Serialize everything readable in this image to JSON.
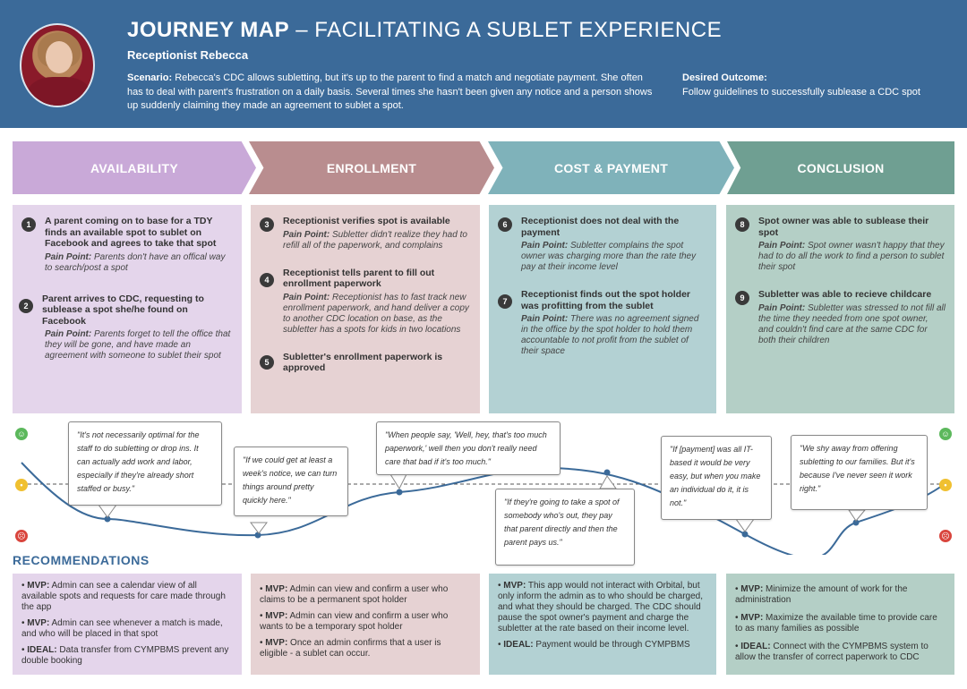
{
  "header": {
    "title_bold": "JOURNEY MAP",
    "title_rest": " – FACILITATING A SUBLET EXPERIENCE",
    "persona": "Receptionist Rebecca",
    "scenario_label": "Scenario:",
    "scenario_text": " Rebecca's CDC allows subletting, but it's up to the parent to find a match and negotiate payment. She often has to deal with parent's frustration on a daily basis. Several times she hasn't been given any notice and a person shows up suddenly claiming they made an agreement to sublet a spot.",
    "outcome_label": "Desired Outcome:",
    "outcome_text": "Follow guidelines to successfully sublease a CDC spot"
  },
  "phases": [
    "AVAILABILITY",
    "ENROLLMENT",
    "COST & PAYMENT",
    "CONCLUSION"
  ],
  "pain_label": "Pain Point:",
  "steps": [
    {
      "n": "1",
      "title": "A parent coming on to base for a TDY finds an available spot to sublet on Facebook and agrees to take that spot",
      "pain": " Parents don't have an offical way to search/post a spot"
    },
    {
      "n": "2",
      "title": "Parent arrives to CDC, requesting to sublease a spot she/he found on Facebook",
      "pain": " Parents forget to tell the office that they will be gone, and have made an agreement with someone to sublet their spot"
    },
    {
      "n": "3",
      "title": "Receptionist verifies spot is available",
      "pain": " Subletter didn't realize they had to refill all of the paperwork, and complains"
    },
    {
      "n": "4",
      "title": "Receptionist tells parent to fill out enrollment paperwork",
      "pain": " Receptionist has to fast track new enrollment paperwork, and hand deliver a copy to another CDC location on base, as the subletter has a spots for kids in two locations"
    },
    {
      "n": "5",
      "title": "Subletter's enrollment paperwork is approved",
      "pain": ""
    },
    {
      "n": "6",
      "title": "Receptionist does not deal with the payment",
      "pain": " Subletter complains the spot owner was charging more than the rate they pay at their income level"
    },
    {
      "n": "7",
      "title": "Receptionist finds out the spot holder was profitting from the sublet",
      "pain": " There was no agreement signed in the office by the spot holder to hold them accountable to not profit from the sublet of their space"
    },
    {
      "n": "8",
      "title": "Spot owner was able to sublease their spot",
      "pain": " Spot owner wasn't happy that they had to do all the work to find a person to sublet their spot"
    },
    {
      "n": "9",
      "title": "Subletter was able to recieve childcare",
      "pain": " Subletter was stressed to not fill all the time they needed from one spot owner, and couldn't find care at the same CDC for both their children"
    }
  ],
  "quotes": [
    "\"It's not necessarily optimal for the staff to do subletting or drop ins. It can actually add work and labor, especially if they're already short staffed or busy.\"",
    "\"If we could get at least a week's notice, we can turn things around pretty quickly here.\"",
    "\"When people say, 'Well, hey, that's too much paperwork,' well then you don't really need care that bad if it's too much.\"",
    "\"If they're going to take a spot of somebody who's out, they pay that parent directly and then the parent pays us.\"",
    "\"If [payment] was all IT-based it would be very easy, but when you make an individual do it, it is not.\"",
    "\"We shy away from offering subletting to our families. But it's because I've never seen it work right.\""
  ],
  "emotion_colors": {
    "happy": "#5cb85c",
    "neutral": "#f0c030",
    "sad": "#d9453d",
    "line": "#3b6a99"
  },
  "recommendations_title": "RECOMMENDATIONS",
  "recommendations": [
    [
      {
        "tag": "MVP:",
        "text": " Admin can see a calendar view of all available spots and requests for care made through the app"
      },
      {
        "tag": "MVP:",
        "text": " Admin can see whenever a match is made, and who will be placed in that spot"
      },
      {
        "tag": "IDEAL:",
        "text": " Data transfer from CYMPBMS prevent any double booking"
      }
    ],
    [
      {
        "tag": "MVP:",
        "text": " Admin can view and confirm a user who claims to be a permanent spot holder"
      },
      {
        "tag": "MVP:",
        "text": " Admin can view and confirm a user who wants to be a temporary spot holder"
      },
      {
        "tag": "MVP:",
        "text": " Once an admin confirms that a user is eligible - a sublet can occur."
      }
    ],
    [
      {
        "tag": "MVP:",
        "text": " This app would not interact with Orbital, but only inform the admin as to who should be charged, and what they should be charged. The CDC should pause the spot owner's payment and charge the subletter at the rate based on their income level."
      },
      {
        "tag": "IDEAL:",
        "text": " Payment would be through CYMPBMS"
      }
    ],
    [
      {
        "tag": "MVP:",
        "text": " Minimize the amount of work for the administration"
      },
      {
        "tag": "MVP:",
        "text": " Maximize the available time to provide care to as many families as possible"
      },
      {
        "tag": "IDEAL:",
        "text": " Connect with the CYMPBMS system to allow the transfer of correct paperwork to CDC"
      }
    ]
  ]
}
